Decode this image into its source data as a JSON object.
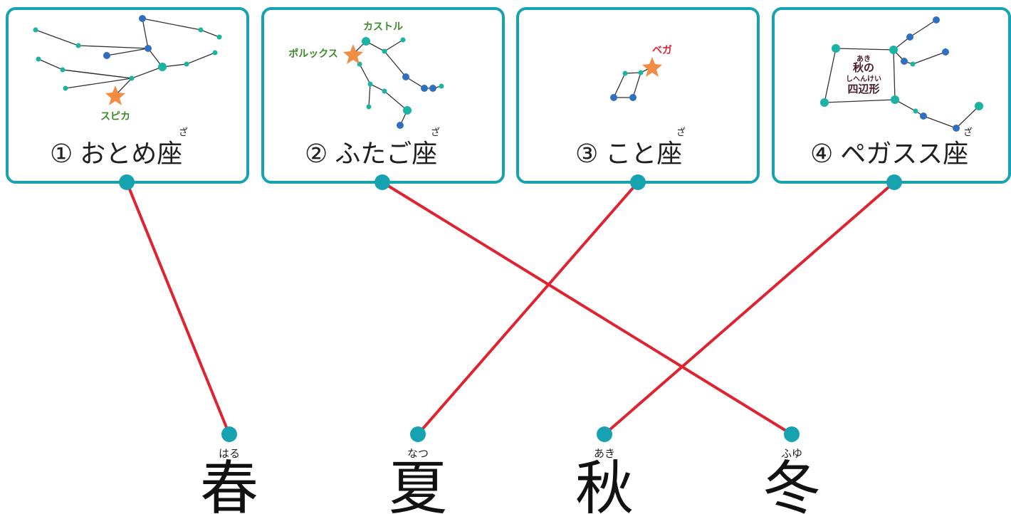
{
  "cards": [
    {
      "number": "①",
      "name": "おとめ座",
      "ruby": "ざ",
      "star": "スピカ",
      "season": 0
    },
    {
      "number": "②",
      "name": "ふたご座",
      "ruby": "ざ",
      "stars": [
        "カストル",
        "ポルックス"
      ],
      "season": 3
    },
    {
      "number": "③",
      "name": "こと座",
      "ruby": "ざ",
      "star": "ベガ",
      "season": 1
    },
    {
      "number": "④",
      "name": "ペガスス座",
      "ruby": "ざ",
      "asterism": {
        "ruby": "あき",
        "line1": "秋の",
        "ruby2": "しへんけい",
        "line2": "四辺形"
      },
      "season": 2
    }
  ],
  "seasons": [
    {
      "kanji": "春",
      "ruby": "はる"
    },
    {
      "kanji": "夏",
      "ruby": "なつ"
    },
    {
      "kanji": "秋",
      "ruby": "あき"
    },
    {
      "kanji": "冬",
      "ruby": "ふゆ"
    }
  ],
  "colors": {
    "card_border": "#17a2b2",
    "dot": "#17a2b2",
    "line": "#e02331",
    "star_fill": "#f28c45",
    "star_label_green": "#3d8a2c",
    "star_label_red": "#e02331",
    "constellation_line": "#333333",
    "node_teal": "#1bb3a4",
    "node_blue": "#2e6fbf"
  }
}
